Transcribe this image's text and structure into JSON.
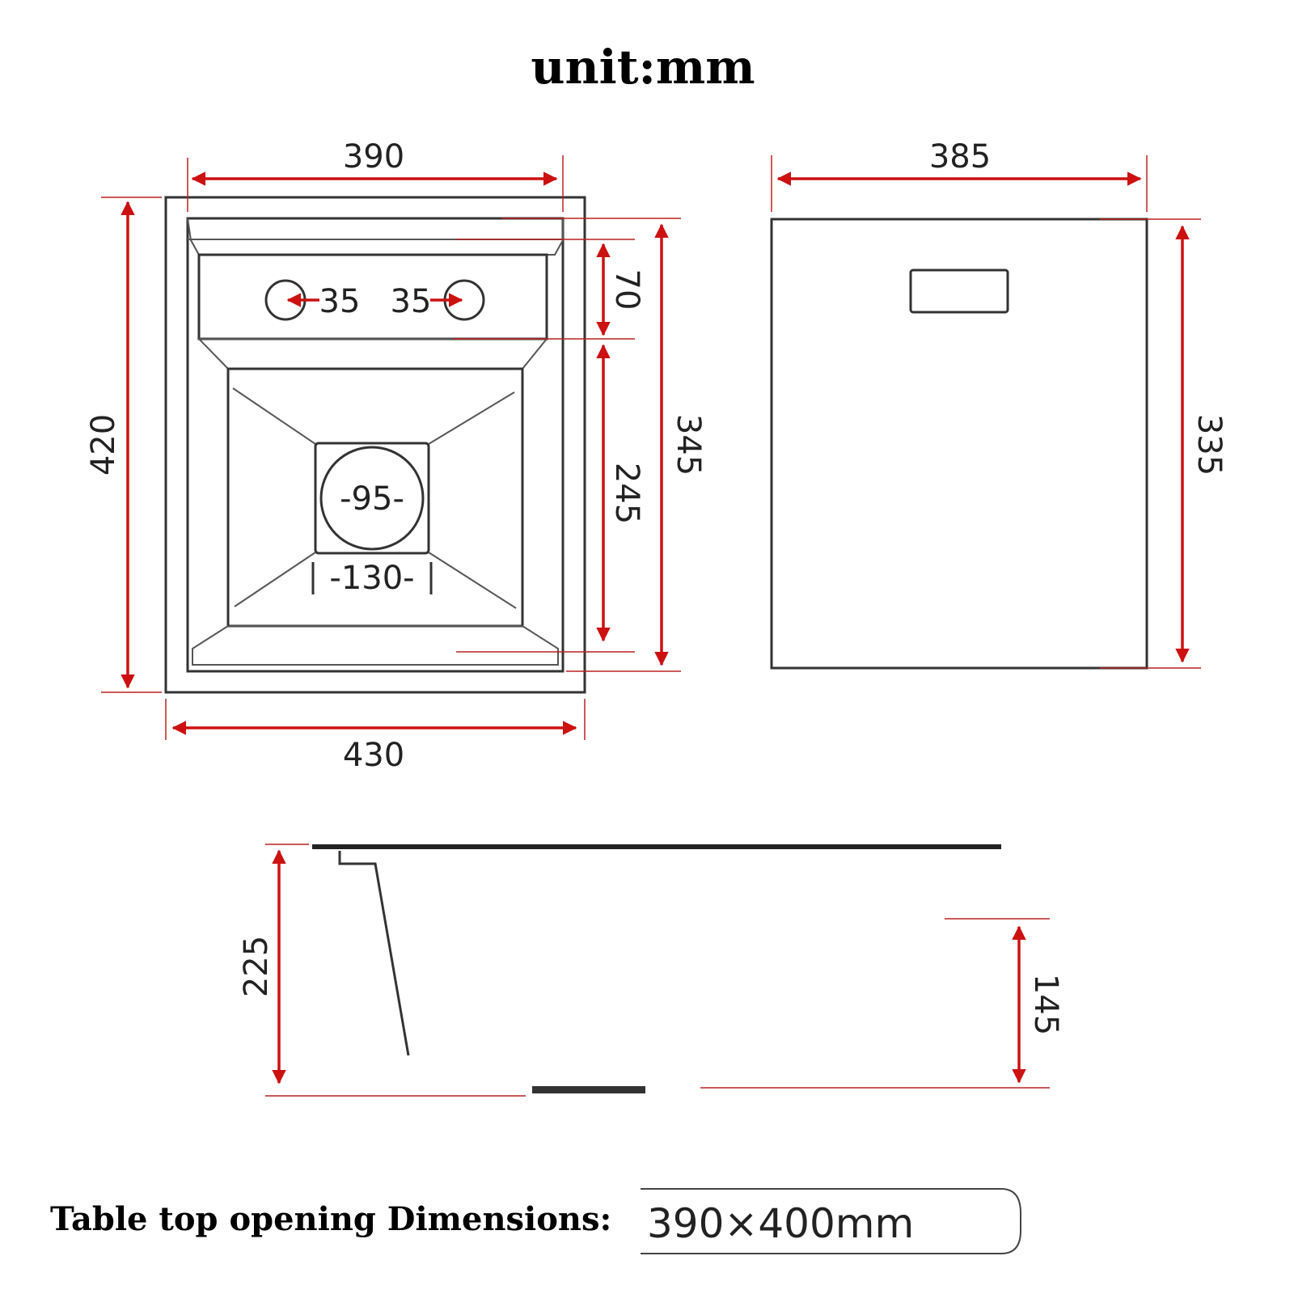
{
  "title": "unit:mm",
  "top_view": {
    "inner_width": "390",
    "outer_width": "430",
    "outer_depth": "420",
    "inner_depth": "345",
    "shelf_depth": "70",
    "bowl_depth": "245",
    "faucet_hole_left": "35",
    "faucet_hole_right": "35",
    "drain_diameter": "-95-",
    "drain_box": "-130-"
  },
  "side_view": {
    "width": "385",
    "height": "335"
  },
  "front_view": {
    "total_depth": "225",
    "shelf_drop_depth": "145"
  },
  "footer": {
    "label": "Table top opening Dimensions:",
    "value": "390×400mm"
  },
  "colors": {
    "dimension": "#cc1111",
    "outline": "#333333"
  }
}
